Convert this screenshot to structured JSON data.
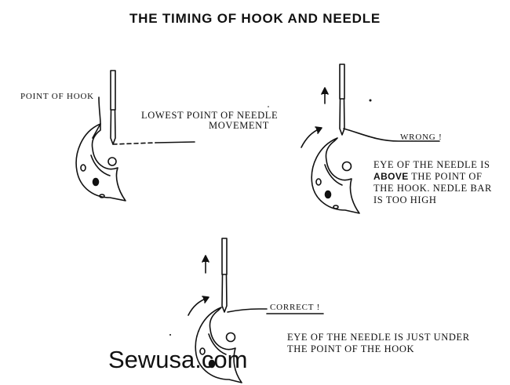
{
  "title": "THE TIMING OF HOOK AND NEEDLE",
  "panel1": {
    "point_of_hook": "POINT OF HOOK",
    "lowest_line1": "LOWEST POINT OF NEEDLE",
    "lowest_line2": "MOVEMENT"
  },
  "panel2": {
    "status": "WRONG !",
    "desc_line1": "EYE OF THE NEEDLE IS",
    "desc_line2_bold": "ABOVE",
    "desc_line2_rest": " THE POINT OF",
    "desc_line3": "THE HOOK. NEDLE BAR",
    "desc_line4": "IS TOO HIGH"
  },
  "panel3": {
    "status": "CORRECT !",
    "desc_line1": "EYE OF THE NEEDLE IS JUST UNDER",
    "desc_line2": "THE POINT OF THE HOOK"
  },
  "watermark": "Sewusa.com",
  "colors": {
    "ink": "#111111",
    "background": "#ffffff"
  }
}
